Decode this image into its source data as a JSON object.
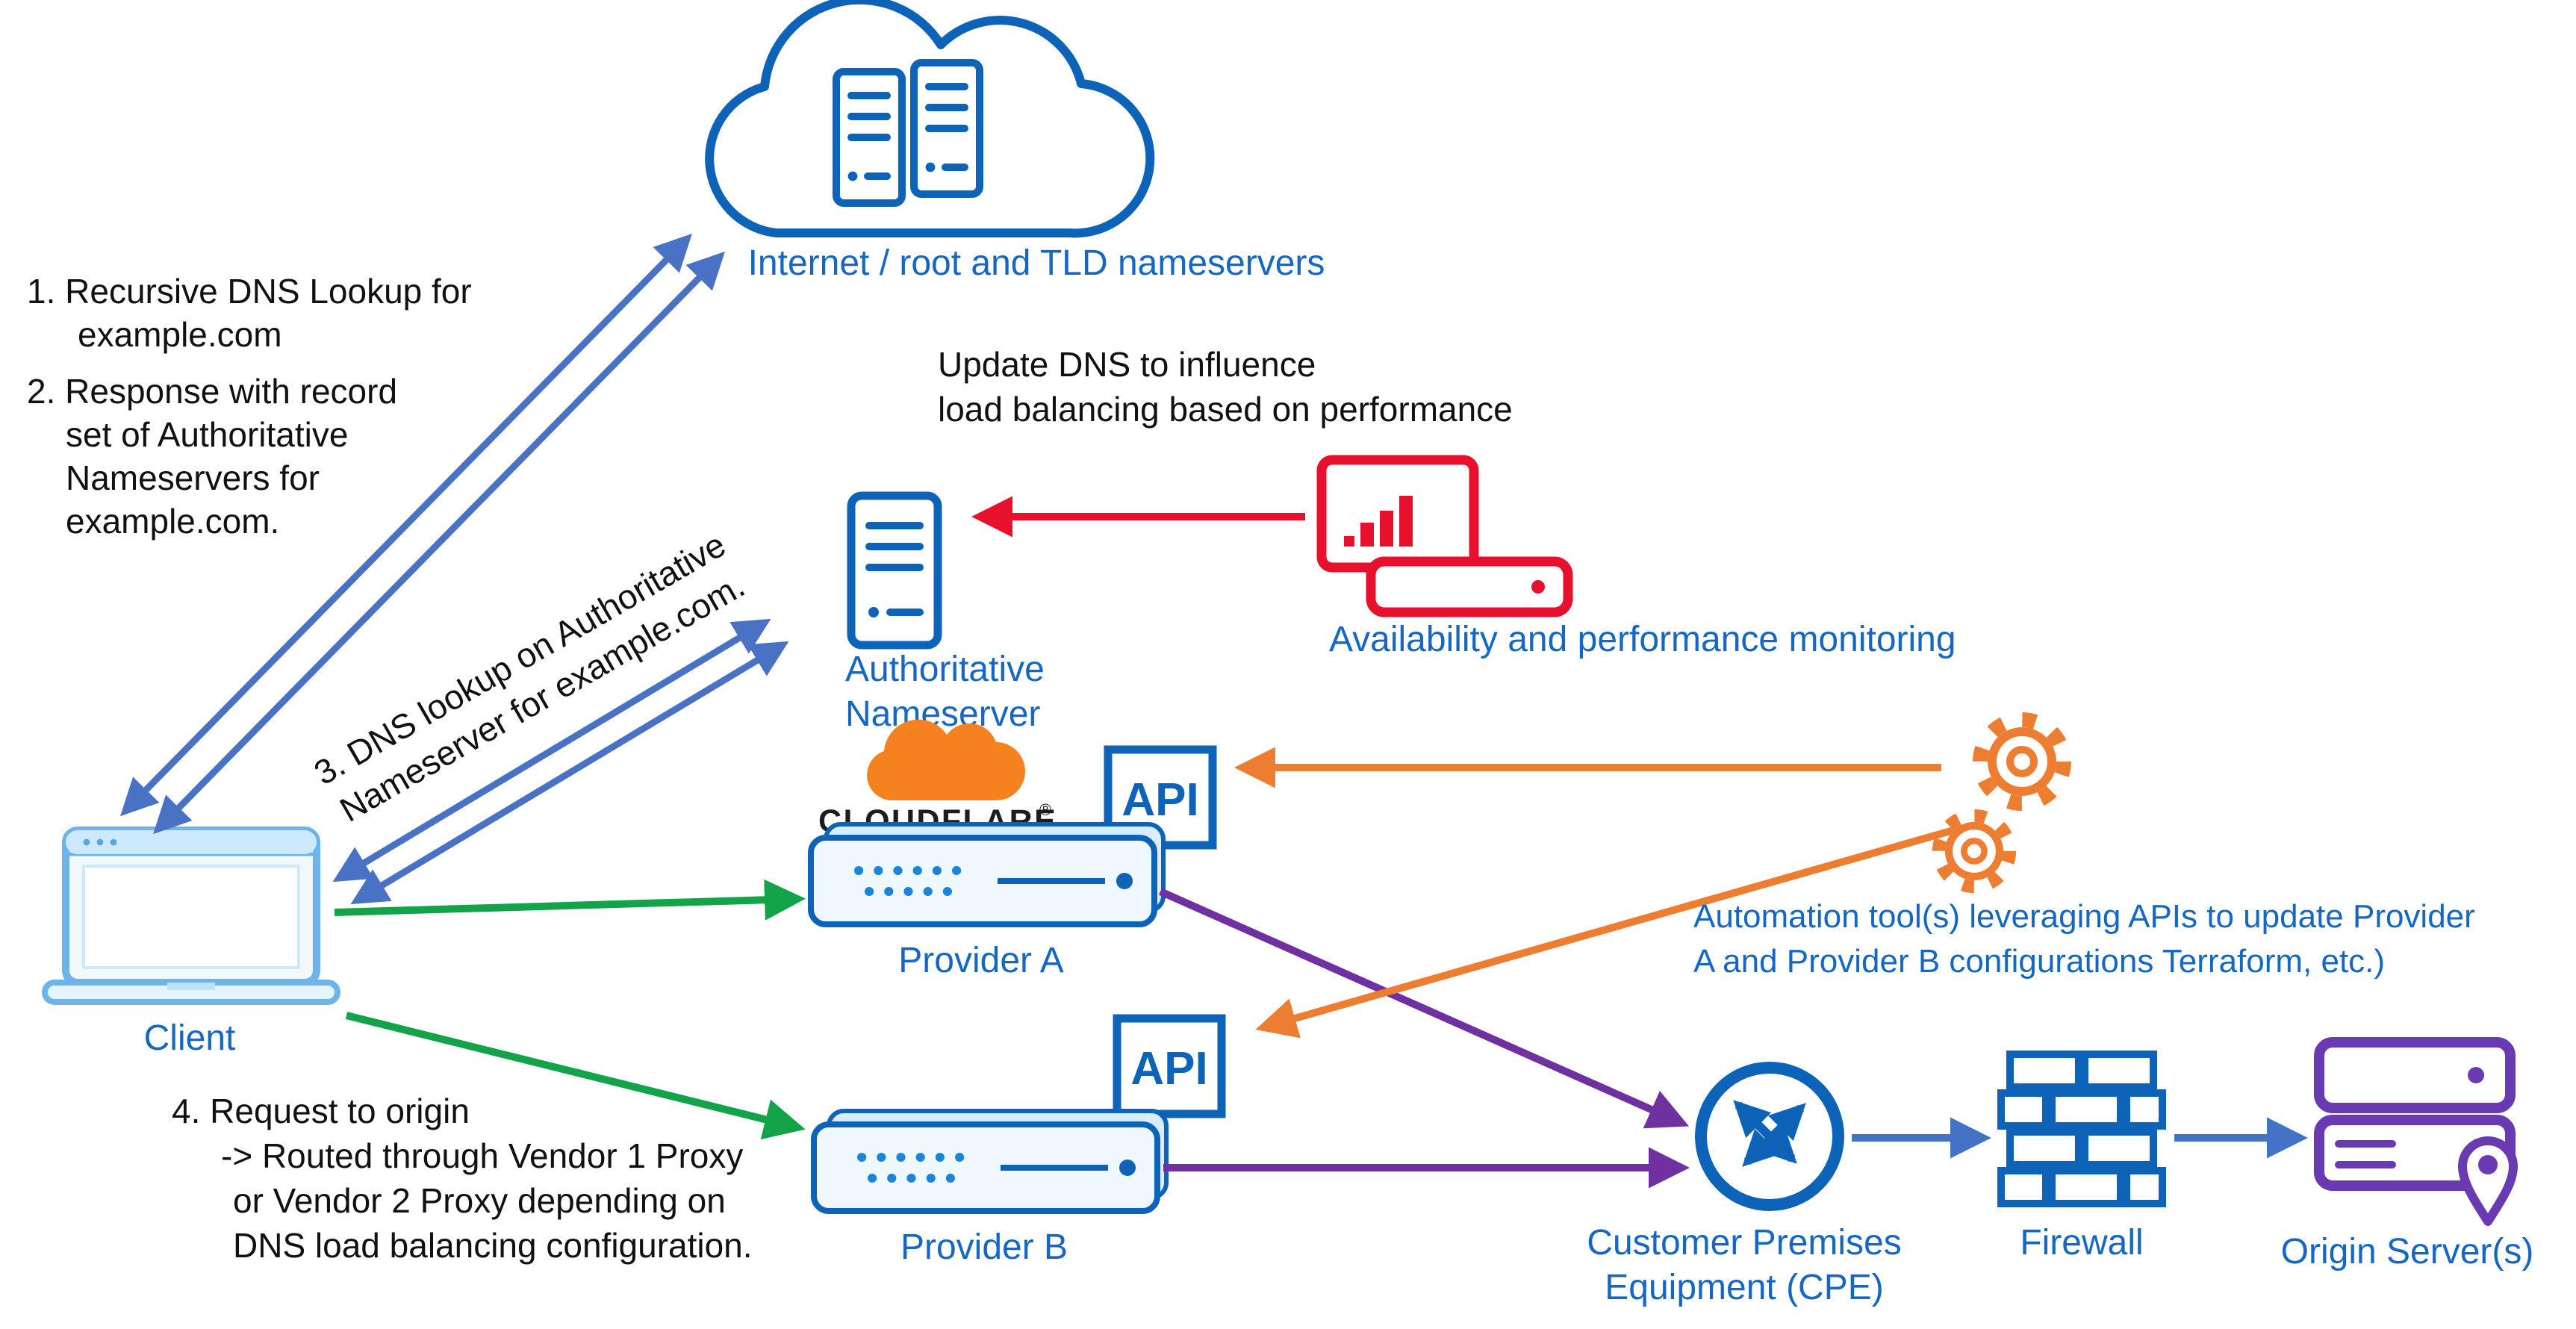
{
  "colors": {
    "icon_blue": "#0c63b8",
    "label_blue": "#1467c2",
    "arrow_slate_blue": "#4a72c4",
    "arrow_mid_blue": "#4472c4",
    "red": "#e8112d",
    "green": "#13a349",
    "purple": "#7030a0",
    "orange": "#ed7d31",
    "cloudflare_orange": "#f6821f",
    "origin_purple": "#6a3ab2",
    "dot_blue": "#1b86d8",
    "laptop_blue": "#6db4ea",
    "text_black": "#111111"
  },
  "nodes": {
    "internet": {
      "label": "Internet / root and TLD nameservers"
    },
    "client": {
      "label": "Client"
    },
    "authoritative_nameserver": {
      "lines": [
        "Authoritative",
        "Nameserver"
      ]
    },
    "monitoring": {
      "label": "Availability and performance monitoring"
    },
    "provider_a": {
      "label": "Provider A",
      "api_label": "API",
      "logo_text": "CLOUDFLARE",
      "logo_reg_mark": "®"
    },
    "provider_b": {
      "label": "Provider B",
      "api_label": "API"
    },
    "cpe": {
      "lines": [
        "Customer Premises",
        "Equipment (CPE)"
      ]
    },
    "firewall": {
      "label": "Firewall"
    },
    "origin": {
      "label": "Origin Server(s)"
    }
  },
  "notes": {
    "step1": {
      "lines": [
        "1. Recursive DNS Lookup for",
        "example.com"
      ]
    },
    "step2": {
      "lines": [
        "2. Response with record",
        "set of Authoritative",
        "Nameservers for",
        "example.com."
      ]
    },
    "step3": {
      "lines": [
        "3. DNS lookup on Authoritative",
        "Nameserver for example.com."
      ]
    },
    "step4": {
      "lines": [
        "4. Request to origin",
        "-> Routed through Vendor 1 Proxy",
        "or Vendor 2 Proxy depending on",
        "DNS load balancing configuration."
      ]
    },
    "update_dns": {
      "lines": [
        "Update DNS to influence",
        "load balancing based on performance"
      ]
    },
    "automation": {
      "lines": [
        "Automation tool(s)  leveraging APIs to update Provider",
        "A and Provider B configurations Terraform, etc.)"
      ]
    }
  }
}
